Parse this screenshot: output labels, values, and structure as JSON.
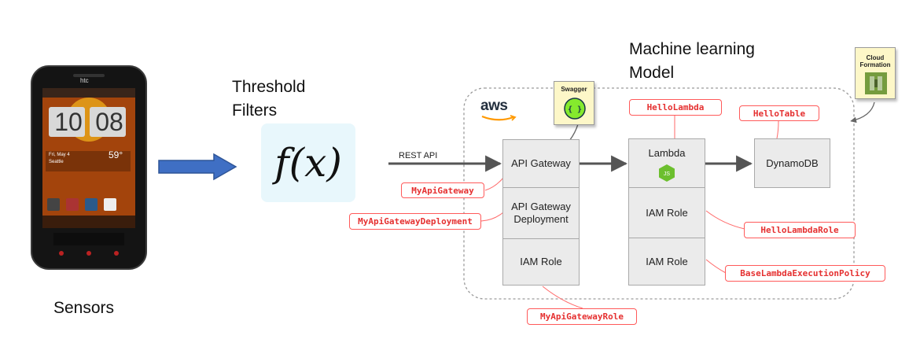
{
  "labels": {
    "sensors": "Sensors",
    "threshold_line1": "Threshold",
    "threshold_line2": "Filters",
    "ml_line1": "Machine learning",
    "ml_line2": "Model",
    "fx": "f(x)",
    "aws": "aws",
    "rest_api": "REST API"
  },
  "phone": {
    "brand": "htc",
    "clock_hours": "10",
    "clock_minutes": "08",
    "temperature": "59°",
    "date": "Fri, May 4",
    "city": "Seattle"
  },
  "services": {
    "api_gateway": "API Gateway",
    "api_gateway_deployment_line1": "API Gateway",
    "api_gateway_deployment_line2": "Deployment",
    "iam_role_left": "IAM Role",
    "lambda": "Lambda",
    "iam_role_mid_top": "IAM Role",
    "iam_role_mid_bottom": "IAM Role",
    "dynamodb": "DynamoDB"
  },
  "tags": {
    "my_api_gateway": "MyApiGateway",
    "my_api_gateway_deployment": "MyApiGatewayDeployment",
    "my_api_gateway_role": "MyApiGatewayRole",
    "hello_lambda": "HelloLambda",
    "hello_table": "HelloTable",
    "hello_lambda_role": "HelloLambdaRole",
    "base_lambda_execution_policy": "BaseLambdaExecutionPolicy"
  },
  "notes": {
    "swagger": "Swagger",
    "cloud_line1": "Cloud",
    "cloud_line2": "Formation"
  },
  "colors": {
    "tag_red": "#e53030",
    "arrow_blue": "#3f6fc4",
    "aws_orange": "#ff9900",
    "lambda_green": "#6cbf2e",
    "note_yellow": "#fdf7c8"
  }
}
